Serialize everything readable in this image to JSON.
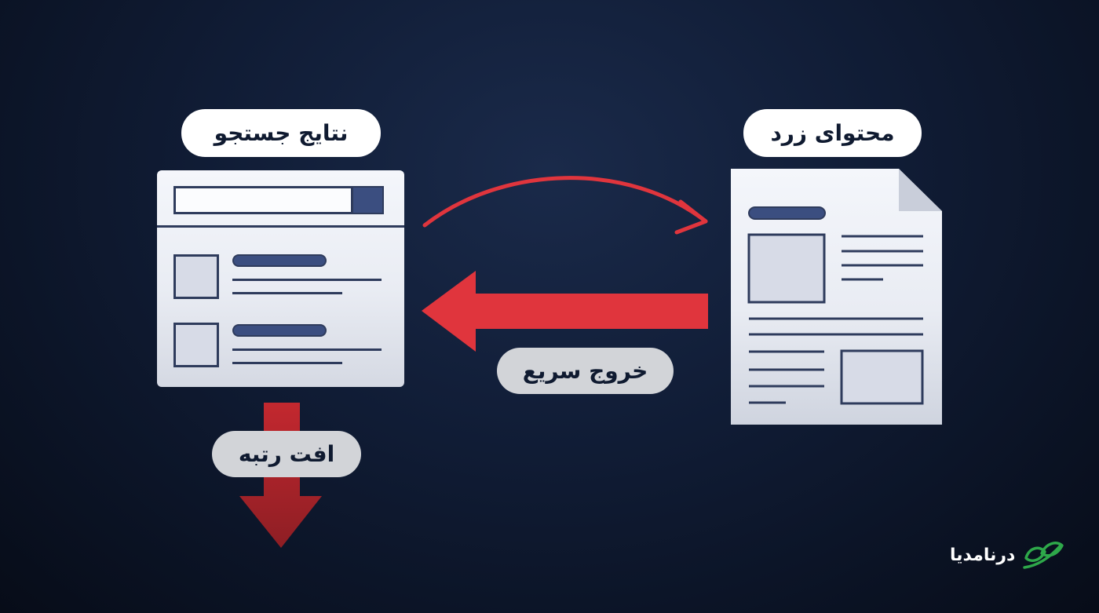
{
  "labels": {
    "search_results": "نتایج جستجو",
    "yellow_content": "محتوای زرد",
    "fast_exit": "خروج سریع",
    "rank_drop": "افت رتبه"
  },
  "brand": {
    "name": "درنامدیا",
    "accent": "#2ea84a"
  },
  "colors": {
    "arrow_red": "#e0353d",
    "arrow_dark_red": "#a8242b",
    "ink": "#2e3b5c",
    "accent_blue": "#3b4e80"
  }
}
